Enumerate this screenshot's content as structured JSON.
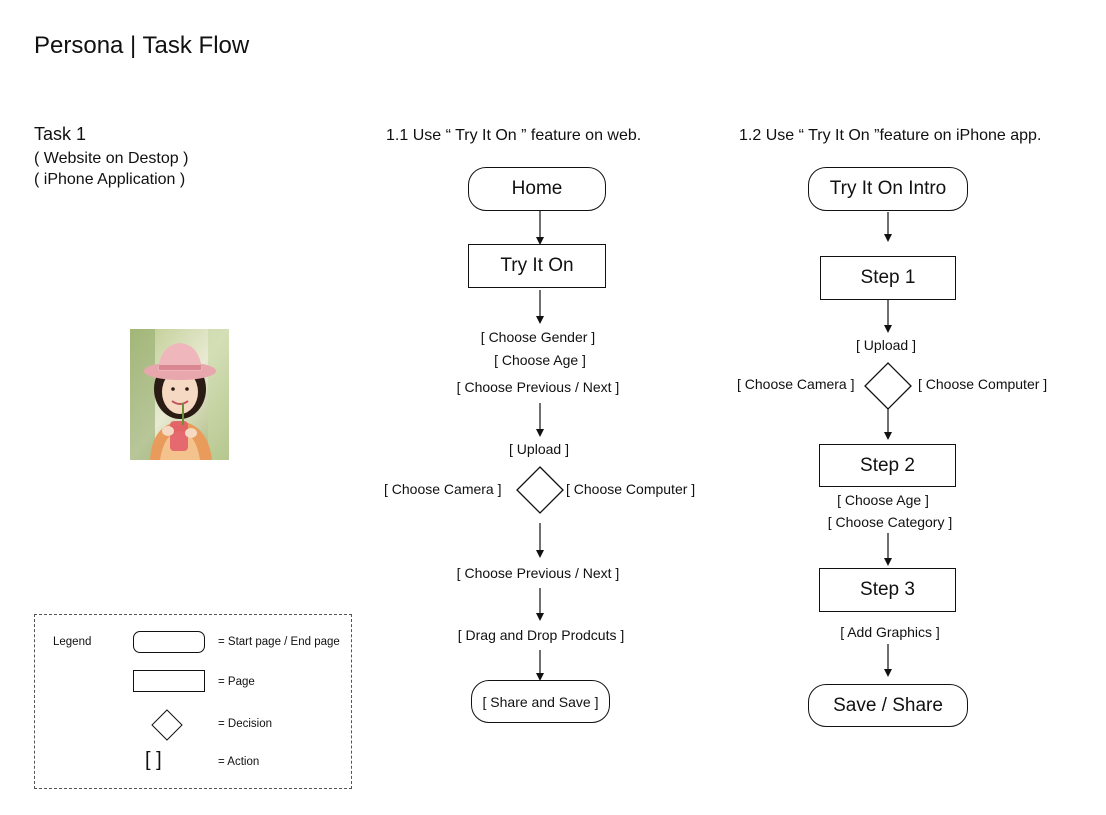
{
  "header": {
    "title": "Persona |  Task Flow"
  },
  "task": {
    "name": "Task 1",
    "lines": [
      "( Website on Destop )",
      "( iPhone Application )"
    ]
  },
  "flow1": {
    "heading": "1.1 Use “ Try It On ” feature on web.",
    "home": "Home",
    "try_it_on": "Try It On",
    "choose_gender": "[  Choose Gender   ]",
    "choose_age": "[  Choose Age  ]",
    "choose_prev_next_1": "[  Choose Previous / Next  ]",
    "upload": "[  Upload  ]",
    "choose_camera": "[  Choose Camera  ]",
    "choose_computer": "[  Choose Computer  ]",
    "choose_prev_next_2": "[  Choose Previous / Next  ]",
    "drag_drop": "[  Drag and Drop Prodcuts  ]",
    "share_save": "[  Share and Save  ]"
  },
  "flow2": {
    "heading": "1.2 Use “ Try It On ”feature on iPhone app.",
    "intro": "Try It On  Intro",
    "step1": "Step 1",
    "upload": "[  Upload  ]",
    "choose_camera": "[  Choose Camera  ]",
    "choose_computer": "[  Choose Computer  ]",
    "step2": "Step 2",
    "choose_age": "[  Choose Age  ]",
    "choose_category": "[  Choose Category  ]",
    "step3": "Step 3",
    "add_graphics": "[  Add Graphics  ]",
    "save_share": "Save / Share"
  },
  "legend": {
    "title": "Legend",
    "start_end": "= Start page / End page",
    "page": "= Page",
    "decision": "= Decision",
    "action_symbol": "[      ]",
    "action": "= Action"
  },
  "colors": {
    "line": "#111111",
    "background": "#ffffff"
  },
  "icons": {
    "persona_photo": "persona-photo-image"
  }
}
